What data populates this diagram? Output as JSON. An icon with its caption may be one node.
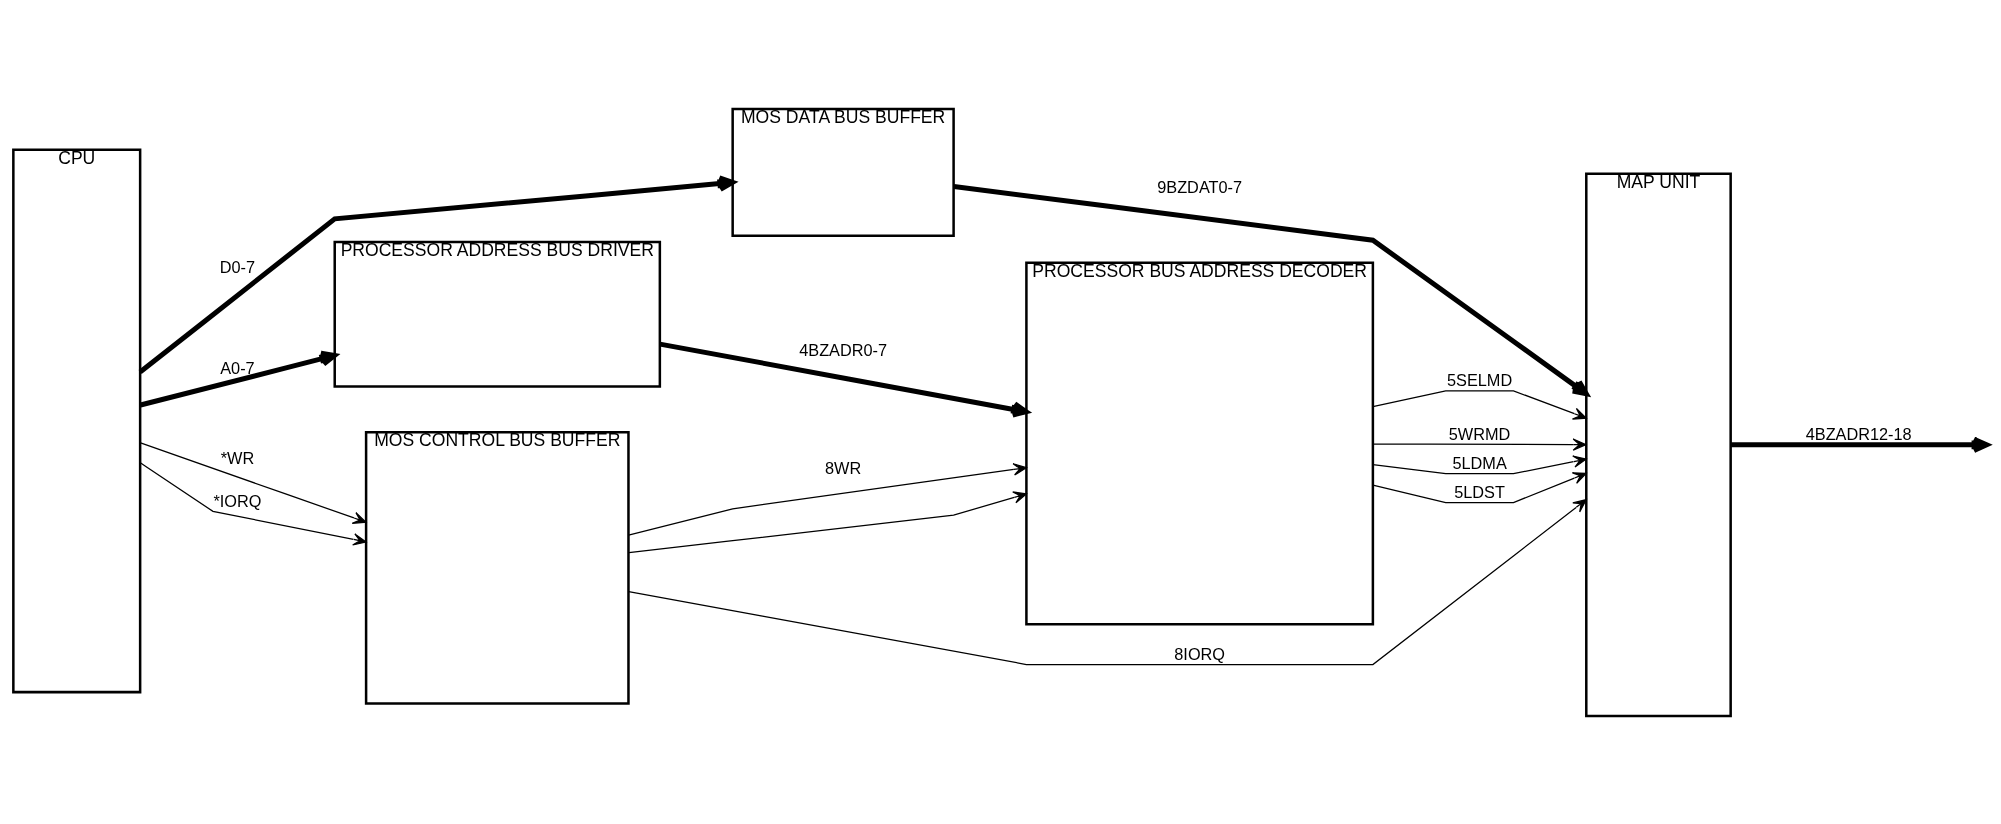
{
  "diagram": {
    "nodes": [
      {
        "text": [
          "CPU"
        ]
      },
      {
        "text": [
          "MOS DATA BUS BUFFER"
        ]
      },
      {
        "text": [
          "PROCESSOR ADDRESS BUS DRIVER"
        ]
      },
      {
        "text": [
          "MOS CONTROL BUS BUFFER"
        ]
      },
      {
        "text": [
          "PROCESSOR BUS ADDRESS DECODER"
        ]
      },
      {
        "text": [
          "MAP UNIT"
        ]
      }
    ],
    "edges": [
      {
        "from": 0,
        "to": 1,
        "arrow": "to",
        "label": "D0-7",
        "style": "thick"
      },
      {
        "from": 1,
        "to": 5,
        "arrow": "to",
        "label": "9BZDAT0-7",
        "style": "thick"
      },
      {
        "from": 5,
        "to": null,
        "arrow": "to",
        "label": "4BZADR12-18",
        "style": "thick"
      },
      {
        "from": 0,
        "to": 2,
        "arrow": "to",
        "label": "A0-7",
        "style": "thick"
      },
      {
        "from": 2,
        "to": 4,
        "arrow": "to",
        "label": "4BZADR0-7",
        "style": "thick"
      },
      {
        "from": 0,
        "to": 3,
        "arrow": "to",
        "label": "*WR"
      },
      {
        "from": 0,
        "to": 3,
        "arrow": "to",
        "label": "*IORQ"
      },
      {
        "from": 3,
        "to": 4,
        "arrow": "to",
        "label": "8WR"
      },
      {
        "from": 4,
        "to": 5,
        "arrow": "to",
        "label": "5SELMD"
      },
      {
        "from": 4,
        "to": 5,
        "arrow": "to",
        "label": "5WRMD"
      },
      {
        "from": 4,
        "to": 5,
        "arrow": "to",
        "label": "5LDMA"
      },
      {
        "from": 4,
        "to": 5,
        "arrow": "to",
        "label": "5LDST"
      },
      {
        "from": 3,
        "to": 4,
        "arrow": "to"
      },
      {
        "from": 3,
        "to": 5,
        "arrow": "to",
        "label": "8IORQ"
      }
    ]
  }
}
